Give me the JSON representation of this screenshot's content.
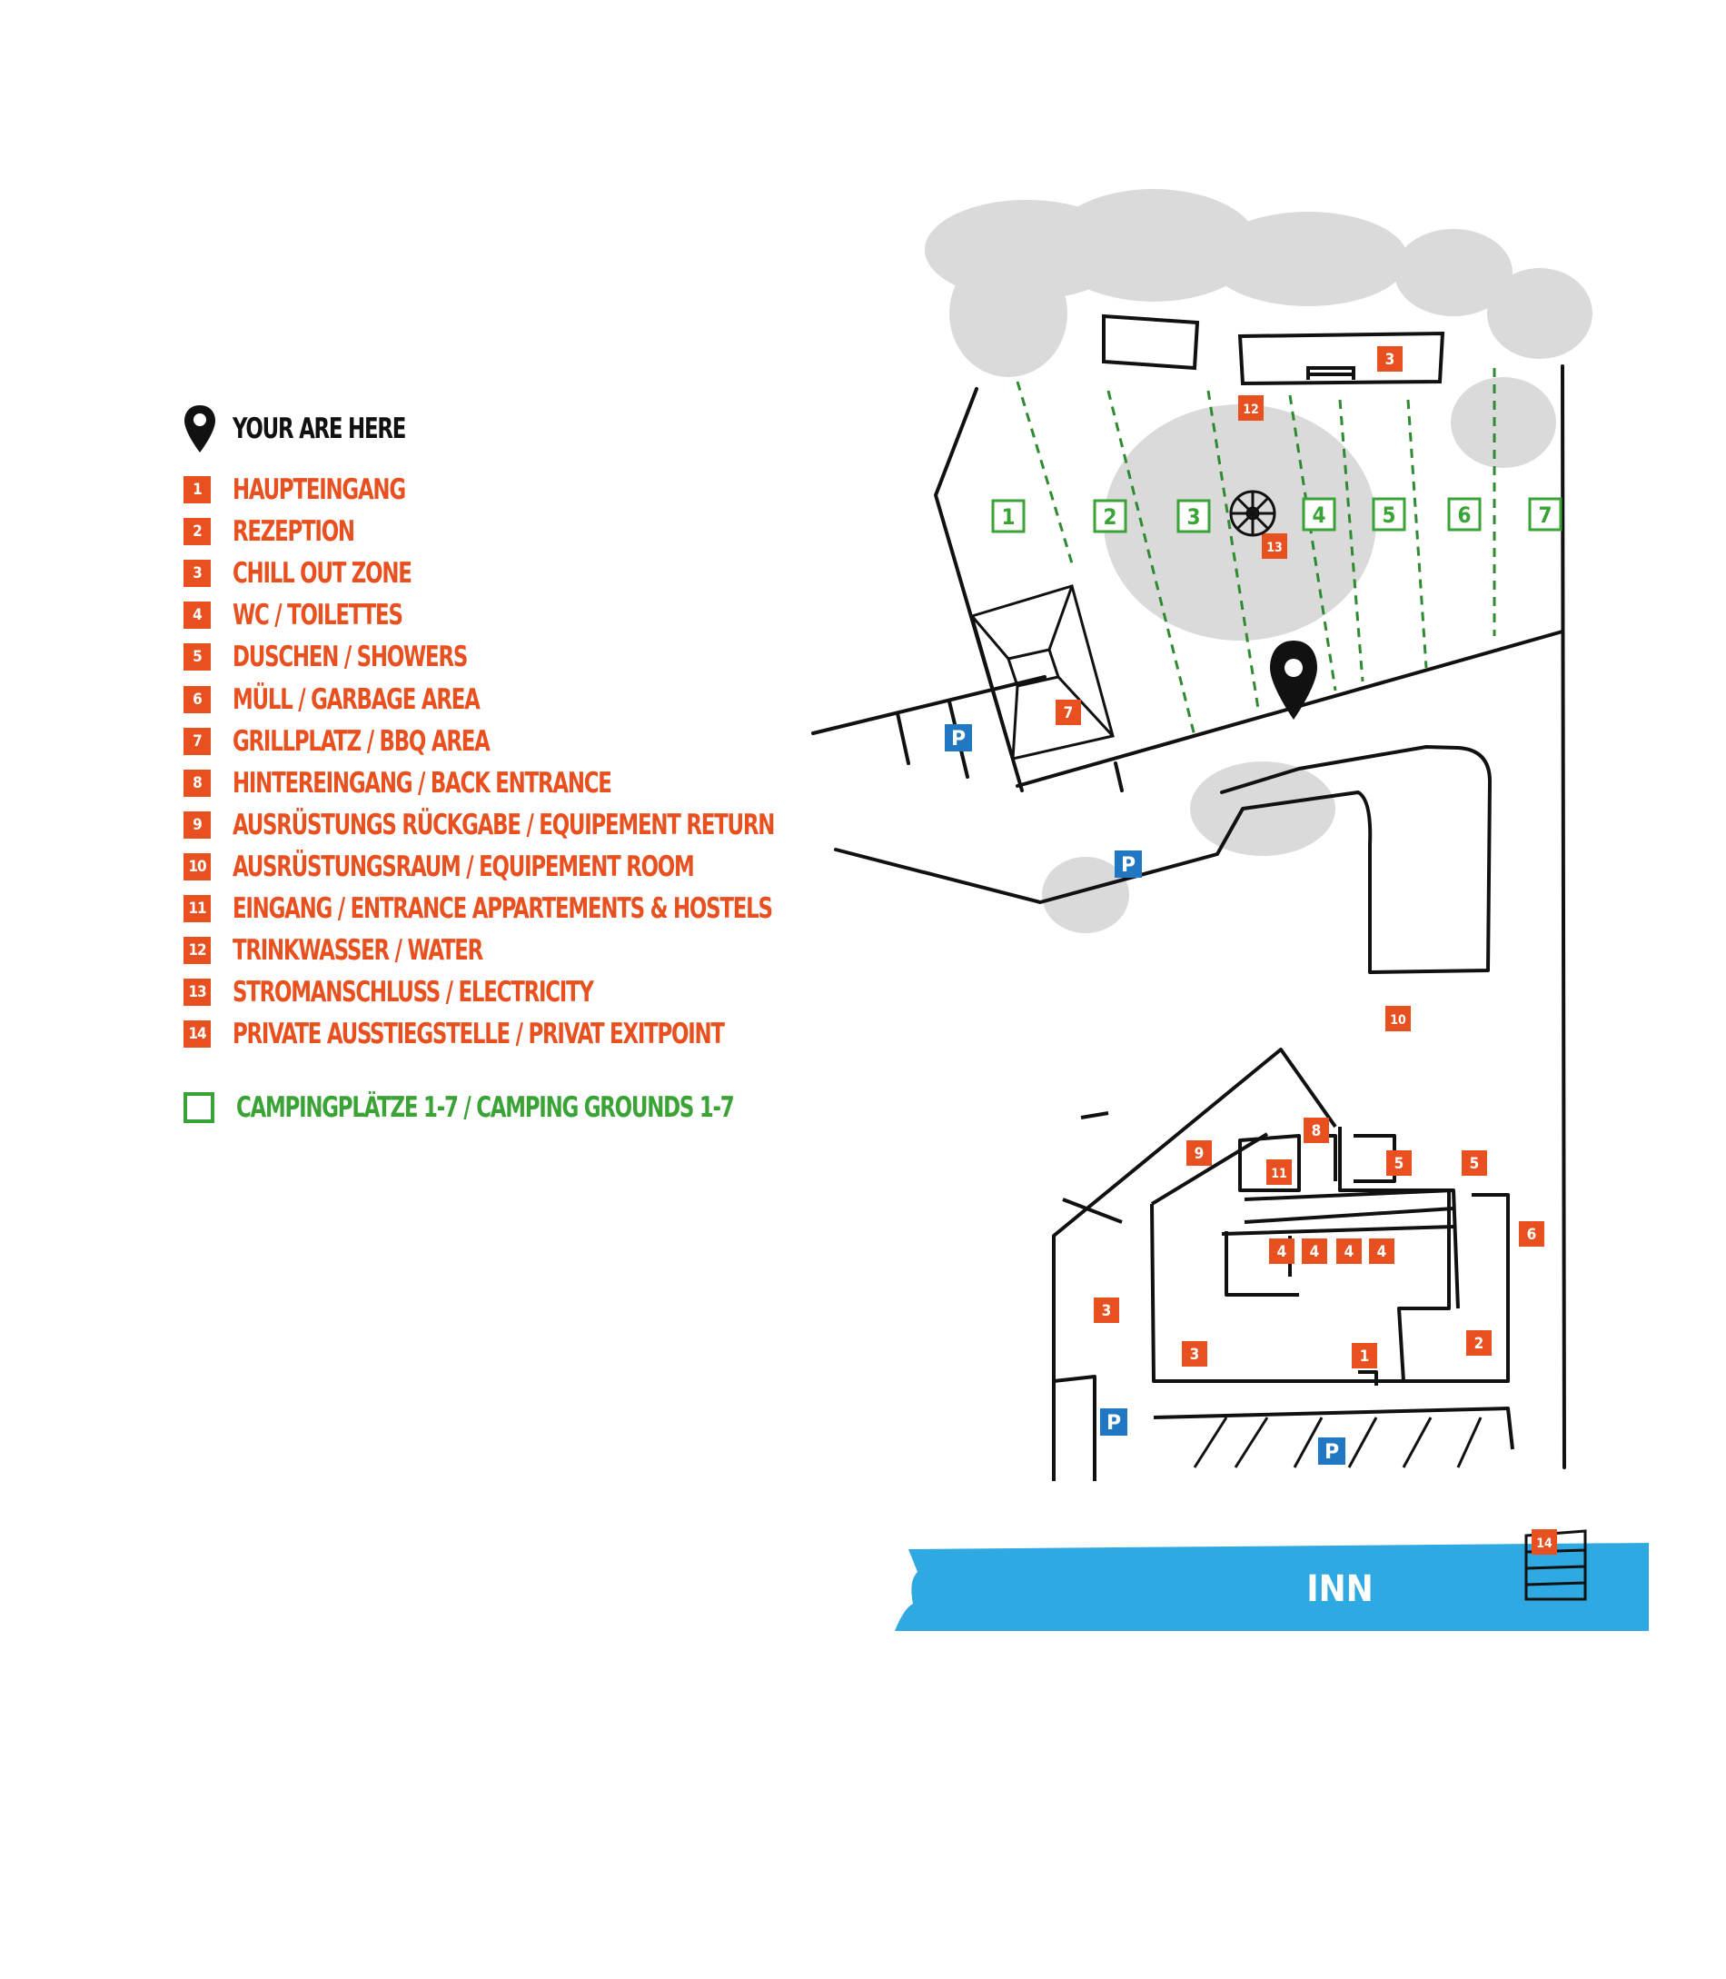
{
  "legend": {
    "you_are_here": "YOUR ARE HERE",
    "items": [
      {
        "num": "1",
        "label": "HAUPTEINGANG"
      },
      {
        "num": "2",
        "label": "REZEPTION"
      },
      {
        "num": "3",
        "label": "CHILL OUT ZONE"
      },
      {
        "num": "4",
        "label": "WC / TOILETTES"
      },
      {
        "num": "5",
        "label": "DUSCHEN / SHOWERS"
      },
      {
        "num": "6",
        "label": "MüLL / GARBAGE AREA"
      },
      {
        "num": "7",
        "label": "GRILLPLATZ / BBQ AREA"
      },
      {
        "num": "8",
        "label": "HINTEREINGANG / BACK ENTRANCE"
      },
      {
        "num": "9",
        "label": "AUSRüSTUNGS RüCKGABE / EQUIPEMENT RETURN"
      },
      {
        "num": "10",
        "label": "AUSRüSTUNGSRAUM / EQUIPEMENT ROOM"
      },
      {
        "num": "11",
        "label": "EINGANG / ENTRANCE APPARTEMENTS & HOSTELS"
      },
      {
        "num": "12",
        "label": "TRINKWASSER / WATER"
      },
      {
        "num": "13",
        "label": "STROMANSCHLUSS / ELECTRICITY"
      },
      {
        "num": "14",
        "label": "PRIVATE AUSSTIEGSTELLE / PRIVAT EXITPOINT"
      }
    ],
    "camping": "CAMPINGPLäTZE 1-7 / CAMPING GROUNDS 1-7"
  },
  "map": {
    "river_label": "INN",
    "parking_label": "P",
    "camping_numbers": [
      "1",
      "2",
      "3",
      "4",
      "5",
      "6",
      "7"
    ],
    "markers": [
      "3",
      "12",
      "13",
      "7",
      "10",
      "8",
      "9",
      "11",
      "5",
      "5",
      "4",
      "4",
      "4",
      "4",
      "6",
      "3",
      "3",
      "1",
      "2",
      "14"
    ]
  },
  "colors": {
    "accent": "#e8501f",
    "camping": "#3aa335",
    "parking": "#1f78c1",
    "river": "#2fa9e1",
    "trees": "#d9d9d9",
    "lines": "#111111"
  }
}
